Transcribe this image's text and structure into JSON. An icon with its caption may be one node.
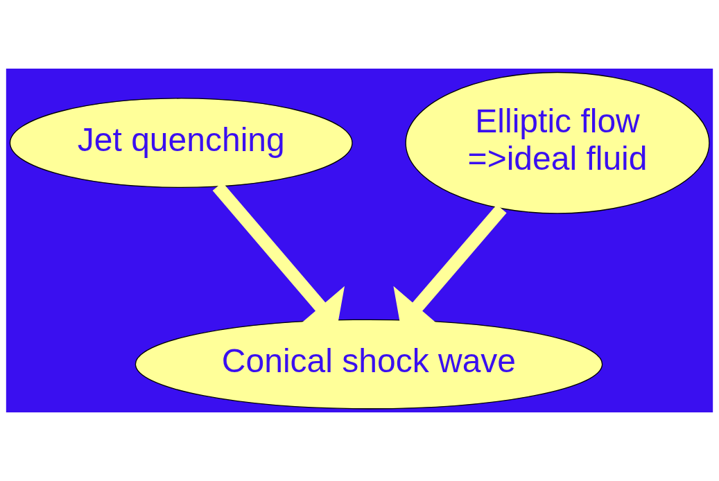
{
  "diagram": {
    "nodes": [
      {
        "text": [
          "Jet quenching"
        ]
      },
      {
        "text": [
          "Elliptic flow =>ideal fluid"
        ]
      },
      {
        "text": [
          "Conical shock wave"
        ]
      }
    ],
    "edges": [
      {
        "from": 0,
        "to": 2,
        "arrow": "to"
      },
      {
        "from": 1,
        "to": 2,
        "arrow": "to"
      }
    ]
  }
}
